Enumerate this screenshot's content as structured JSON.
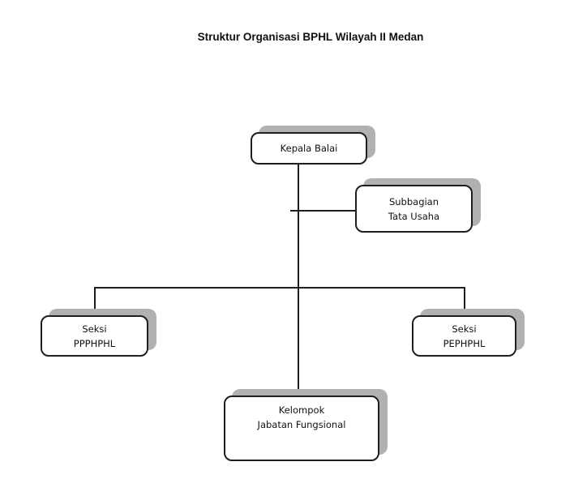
{
  "title": "Struktur Organisasi BPHL Wilayah II Medan",
  "colors": {
    "background": "#ffffff",
    "box_fill": "#ffffff",
    "box_border": "#1f1f1f",
    "box_shadow": "#b1b1b1",
    "connector_line": "#1f1f1f",
    "text": "#111111"
  },
  "nodes": {
    "kepala_balai": {
      "label": "Kepala Balai"
    },
    "subbagian_tata_usaha": {
      "line1": "Subbagian",
      "line2": "Tata Usaha"
    },
    "seksi_ppphphl": {
      "line1": "Seksi",
      "line2": "PPPHPHL"
    },
    "seksi_pephphl": {
      "line1": "Seksi",
      "line2": "PEPHPHL"
    },
    "kelompok_jabatan_fungsional": {
      "line1": "Kelompok",
      "line2": "Jabatan Fungsional"
    }
  }
}
